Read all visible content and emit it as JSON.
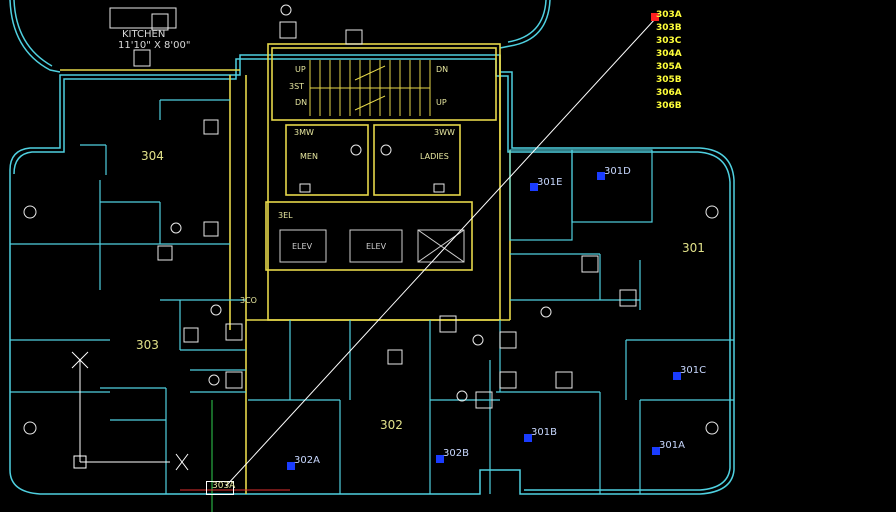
{
  "legend": [
    "303A",
    "303B",
    "303C",
    "304A",
    "305A",
    "305B",
    "306A",
    "306B"
  ],
  "rooms": {
    "r301": "301",
    "r302": "302",
    "r303": "303",
    "r304": "304"
  },
  "kitchen": {
    "title": "KITCHEN",
    "dims": "11'10\" X 8'00\""
  },
  "core": {
    "stair": "3ST",
    "up1": "UP",
    "dn1": "DN",
    "dn2": "DN",
    "up2": "UP",
    "mw": "3MW",
    "ww": "3WW",
    "men": "MEN",
    "ladies": "LADIES",
    "el": "3EL",
    "elev1": "ELEV",
    "elev2": "ELEV",
    "co": "3CO"
  },
  "tags": {
    "t301E": "301E",
    "t301D": "301D",
    "t301C": "301C",
    "t301B": "301B",
    "t301A": "301A",
    "t302A": "302A",
    "t302B": "302B",
    "t303A": "303A"
  },
  "colors": {
    "wall": "#e6d84a",
    "cyan": "#4fd0e0",
    "white": "#ffffff",
    "marker": "#1a3cff",
    "highlight": "#ff2020"
  }
}
